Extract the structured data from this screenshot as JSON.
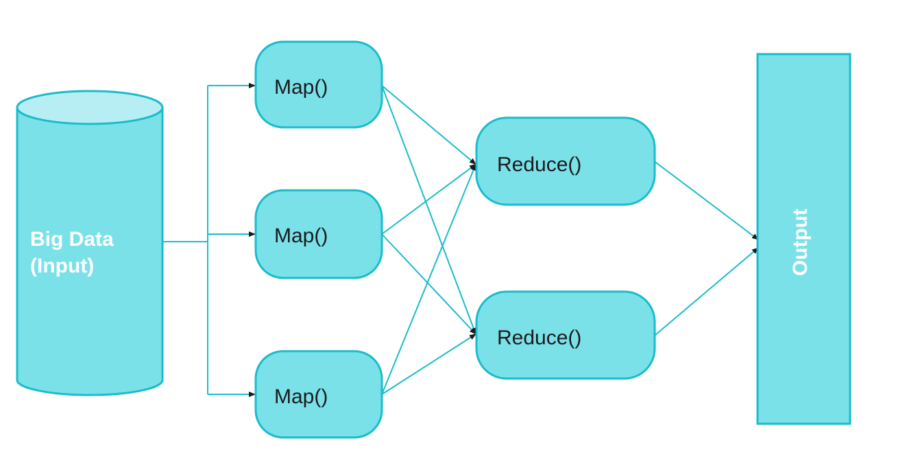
{
  "input": {
    "line1": "Big Data",
    "line2": "(Input)"
  },
  "map_nodes": [
    {
      "label": "Map()"
    },
    {
      "label": "Map()"
    },
    {
      "label": "Map()"
    }
  ],
  "reduce_nodes": [
    {
      "label": "Reduce()"
    },
    {
      "label": "Reduce()"
    }
  ],
  "output": {
    "label": "Output"
  },
  "colors": {
    "node_fill": "#7ae1e9",
    "node_stroke": "#19bccb",
    "cylinder_top": "#b7eef3",
    "edge": "#19bccb",
    "arrowhead": "#1b1b1b"
  }
}
